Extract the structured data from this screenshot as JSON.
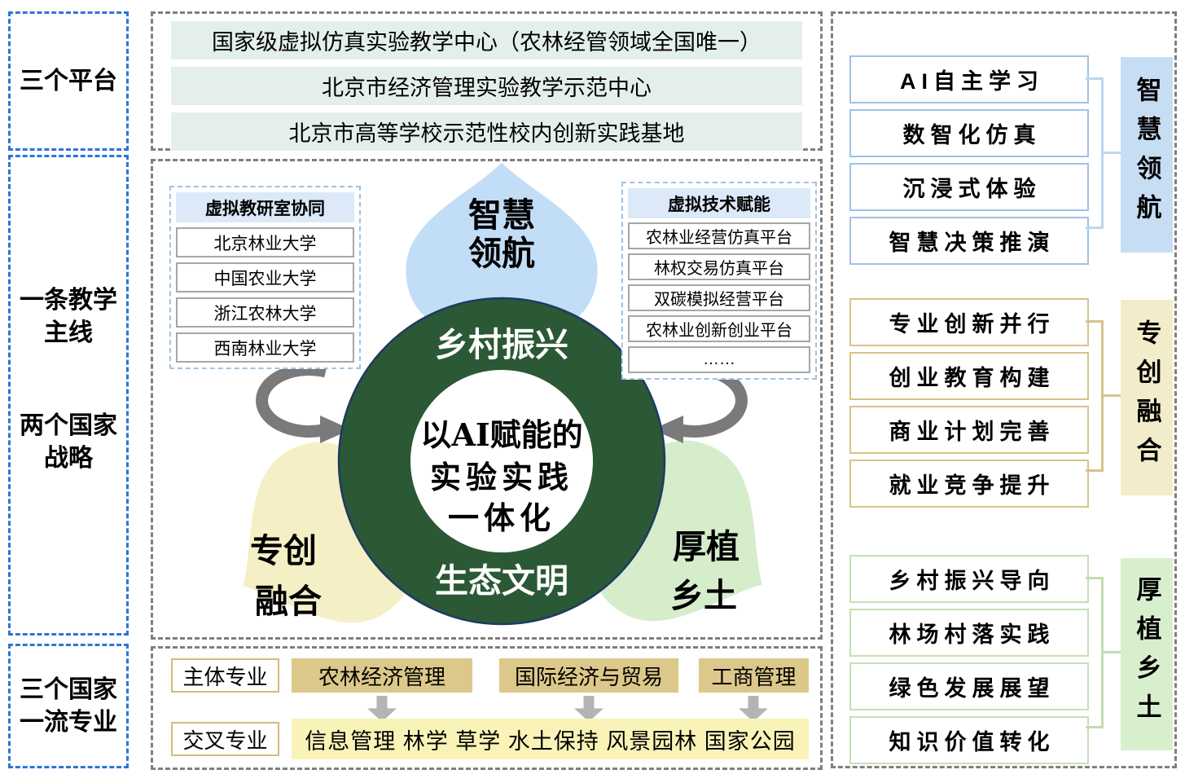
{
  "left_column": {
    "box1": {
      "label": "三个平台"
    },
    "box2": {
      "line1": "一条教学",
      "line2": "主线",
      "line3": "两个国家",
      "line4": "战略"
    },
    "box3": {
      "line1": "三个国家",
      "line2": "一流专业"
    }
  },
  "platforms": {
    "rows": [
      "国家级虚拟仿真实验教学中心（农林经管领域全国唯一）",
      "北京市经济管理实验教学示范中心",
      "北京市高等学校示范性校内创新实践基地"
    ]
  },
  "center": {
    "left_panel": {
      "title": "虚拟教研室协同",
      "items": [
        "北京林业大学",
        "中国农业大学",
        "浙江农林大学",
        "西南林业大学"
      ]
    },
    "right_panel": {
      "title": "虚拟技术赋能",
      "items": [
        "农林业经营仿真平台",
        "林权交易仿真平台",
        "双碳模拟经营平台",
        "农林业创新创业平台",
        "……"
      ]
    },
    "ring": {
      "top_label": "乡村振兴",
      "bottom_label": "生态文明",
      "core_line1": "以AI赋能的",
      "core_line2": "实验实践",
      "core_line3": "一体化",
      "ring_color": "#2b5835",
      "outline_color": "#203a64"
    },
    "petal_top": {
      "line1": "智慧",
      "line2": "领航",
      "color": "#c2ddf6"
    },
    "petal_left": {
      "line1": "专创",
      "line2": "融合",
      "color": "#f5efc5"
    },
    "petal_right": {
      "line1": "厚植",
      "line2": "乡土",
      "color": "#d5edcb"
    }
  },
  "bottom": {
    "main_label": "主体专业",
    "cross_label": "交叉专业",
    "main_majors": [
      "农林经济管理",
      "国际经济与贸易",
      "工商管理"
    ],
    "cross_majors": "信息管理 林学 草学 水土保持 风景园林 国家公园"
  },
  "right_column": {
    "groups": [
      {
        "label": "智慧领航",
        "accent": "#9dc3e6",
        "label_bg": "#c7ddf3",
        "items": [
          "AI自主学习",
          "数智化仿真",
          "沉浸式体验",
          "智慧决策推演"
        ]
      },
      {
        "label": "专创融合",
        "accent": "#d5c488",
        "label_bg": "#f3ecca",
        "items": [
          "专业创新并行",
          "创业教育构建",
          "商业计划完善",
          "就业竞争提升"
        ]
      },
      {
        "label": "厚植乡土",
        "accent": "#c5e0b4",
        "label_bg": "#d8efcd",
        "items": [
          "乡村振兴导向",
          "林场村落实践",
          "绿色发展展望",
          "知识价值转化"
        ]
      }
    ]
  }
}
